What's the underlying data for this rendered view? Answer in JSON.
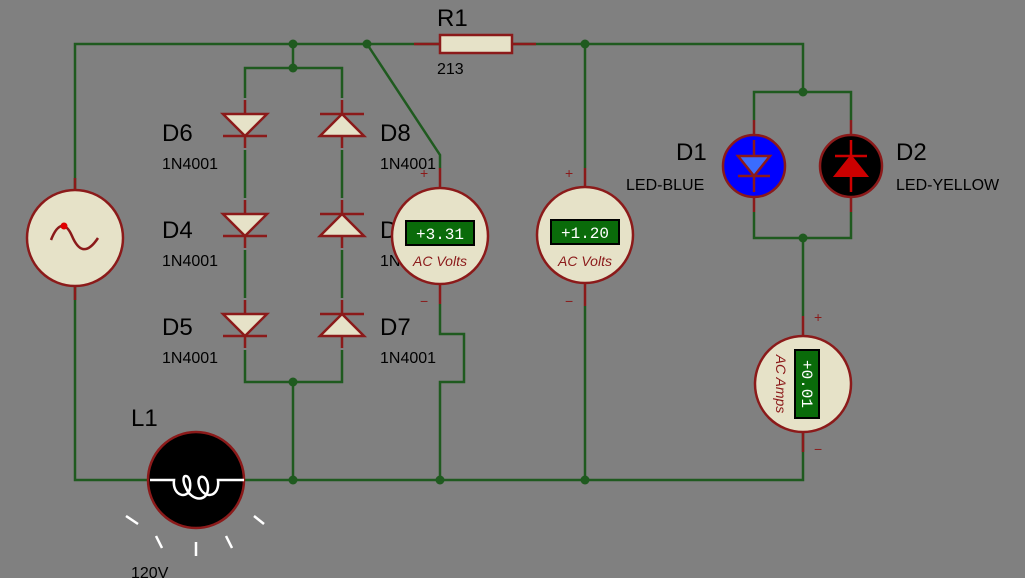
{
  "resistor": {
    "name": "R1",
    "value": "213"
  },
  "diodes": [
    {
      "name": "D6",
      "part": "1N4001"
    },
    {
      "name": "D8",
      "part": "1N4001"
    },
    {
      "name": "D4",
      "part": "1N4001"
    },
    {
      "name": "D3",
      "part": "1N4001"
    },
    {
      "name": "D5",
      "part": "1N4001"
    },
    {
      "name": "D7",
      "part": "1N4001"
    }
  ],
  "leds": [
    {
      "name": "D1",
      "part": "LED-BLUE",
      "color": "#0000ff"
    },
    {
      "name": "D2",
      "part": "LED-YELLOW",
      "color": "#000000"
    }
  ],
  "lamp": {
    "name": "L1",
    "value": "120V"
  },
  "meters": [
    {
      "reading": "+3.31",
      "unit": "AC Volts"
    },
    {
      "reading": "+1.20",
      "unit": "AC Volts"
    },
    {
      "reading": "+0.01",
      "unit": "AC Amps"
    }
  ],
  "signs": {
    "plus": "+",
    "minus": "−"
  },
  "colors": {
    "background": "#808080",
    "wire": "#1f5a1f",
    "body": "#e6e2c8",
    "outline": "#8b1a1a",
    "lcd": "#0a6b0a"
  }
}
